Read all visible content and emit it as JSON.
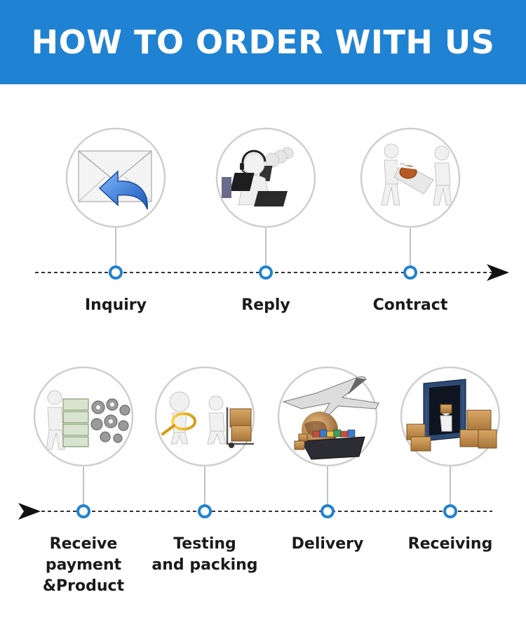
{
  "title": "HOW TO ORDER WITH US",
  "colors": {
    "banner": "#1f82d2",
    "node": "#1f82d2",
    "line": "#333333",
    "circle_border": "#d0d0d0"
  },
  "rows": [
    {
      "direction": "right",
      "steps": [
        {
          "label": "Inquiry",
          "icon": "envelope-reply-icon"
        },
        {
          "label": "Reply",
          "icon": "call-center-agents-icon"
        },
        {
          "label": "Contract",
          "icon": "contract-handshake-icon"
        }
      ]
    },
    {
      "direction": "left",
      "steps": [
        {
          "label": "Receive\npayment\n&Product",
          "icon": "money-gears-icon"
        },
        {
          "label": "Testing\nand packing",
          "icon": "inspection-packing-icon"
        },
        {
          "label": "Delivery",
          "icon": "plane-ship-globe-icon"
        },
        {
          "label": "Receiving",
          "icon": "container-boxes-icon"
        }
      ]
    }
  ]
}
